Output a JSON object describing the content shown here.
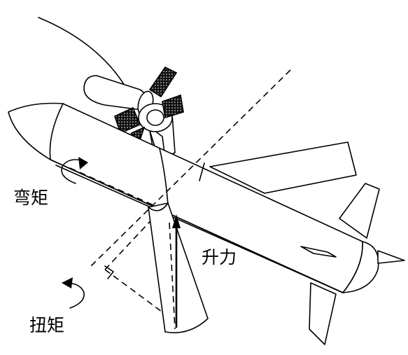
{
  "labels": {
    "bending_moment": "弯矩",
    "lift": "升力",
    "torque": "扭矩"
  },
  "colors": {
    "line": "#000000",
    "background": "#ffffff"
  }
}
